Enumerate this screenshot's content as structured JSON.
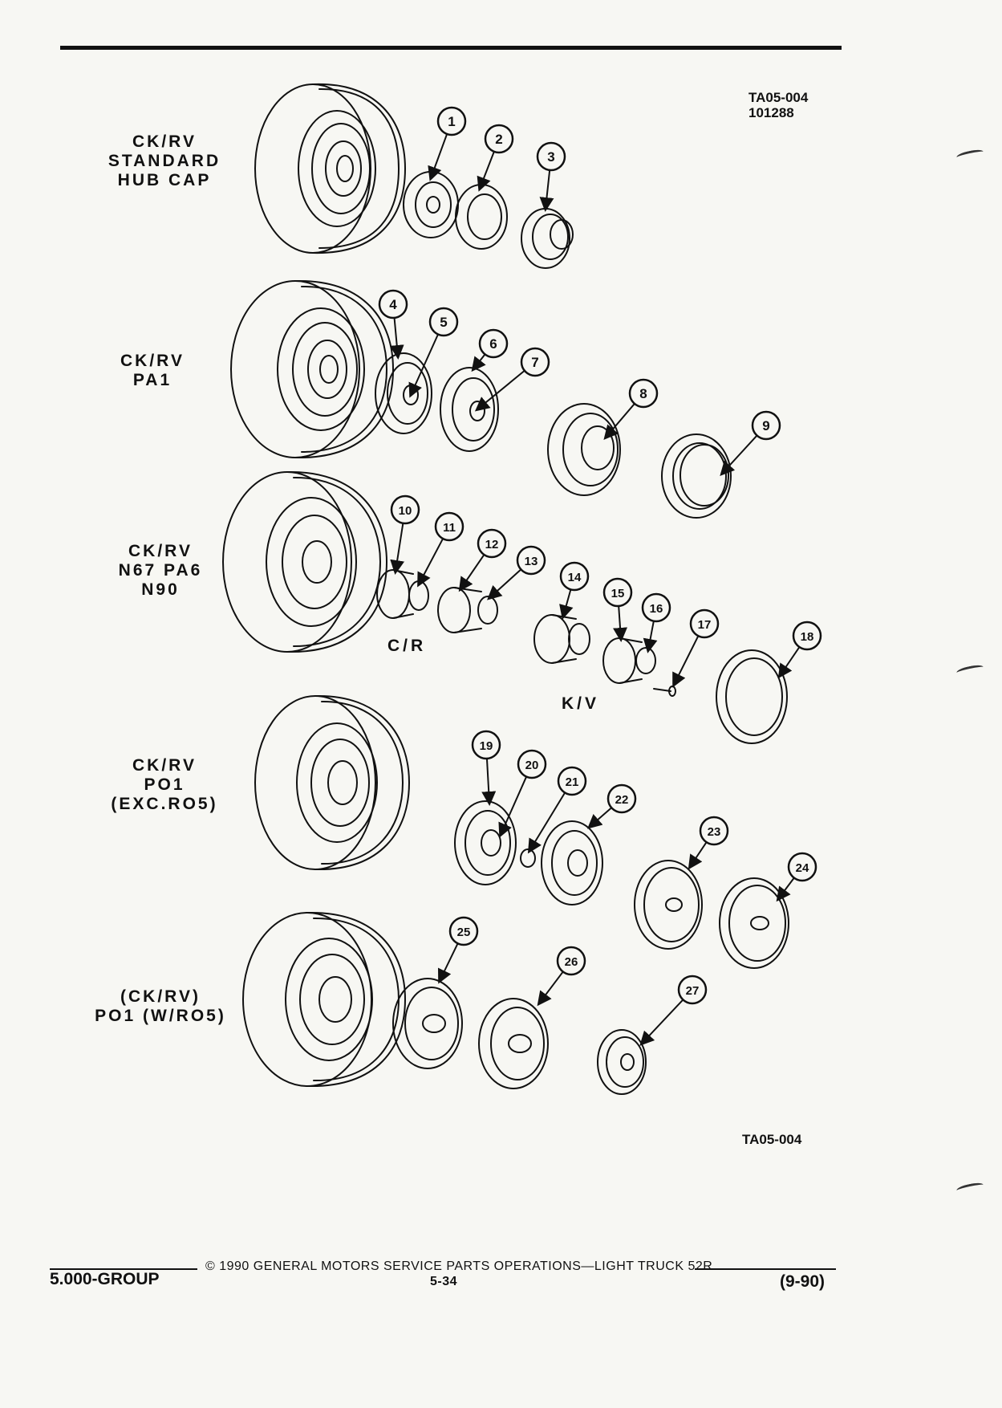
{
  "header": {
    "ref_code": "TA05-004",
    "ref_date": "101288"
  },
  "groups": [
    {
      "lines": [
        "CK/RV",
        "STANDARD",
        "HUB CAP"
      ]
    },
    {
      "lines": [
        "CK/RV",
        "PA1"
      ]
    },
    {
      "lines": [
        "CK/RV",
        "N67 PA6",
        "N90"
      ]
    },
    {
      "lines": [
        "CK/RV",
        "PO1",
        "(EXC.RO5)"
      ]
    },
    {
      "lines": [
        "(CK/RV)",
        "PO1 (W/RO5)"
      ]
    }
  ],
  "sublabels": {
    "cr": "C/R",
    "kv": "K/V"
  },
  "callouts": [
    "1",
    "2",
    "3",
    "4",
    "5",
    "6",
    "7",
    "8",
    "9",
    "10",
    "11",
    "12",
    "13",
    "14",
    "15",
    "16",
    "17",
    "18",
    "19",
    "20",
    "21",
    "22",
    "23",
    "24",
    "25",
    "26",
    "27"
  ],
  "figure_code": "TA05-004",
  "footer": {
    "copyright": "© 1990 GENERAL MOTORS SERVICE PARTS OPERATIONS—LIGHT TRUCK 52R",
    "group": "5.000-GROUP",
    "page": "5-34",
    "date": "(9-90)"
  }
}
